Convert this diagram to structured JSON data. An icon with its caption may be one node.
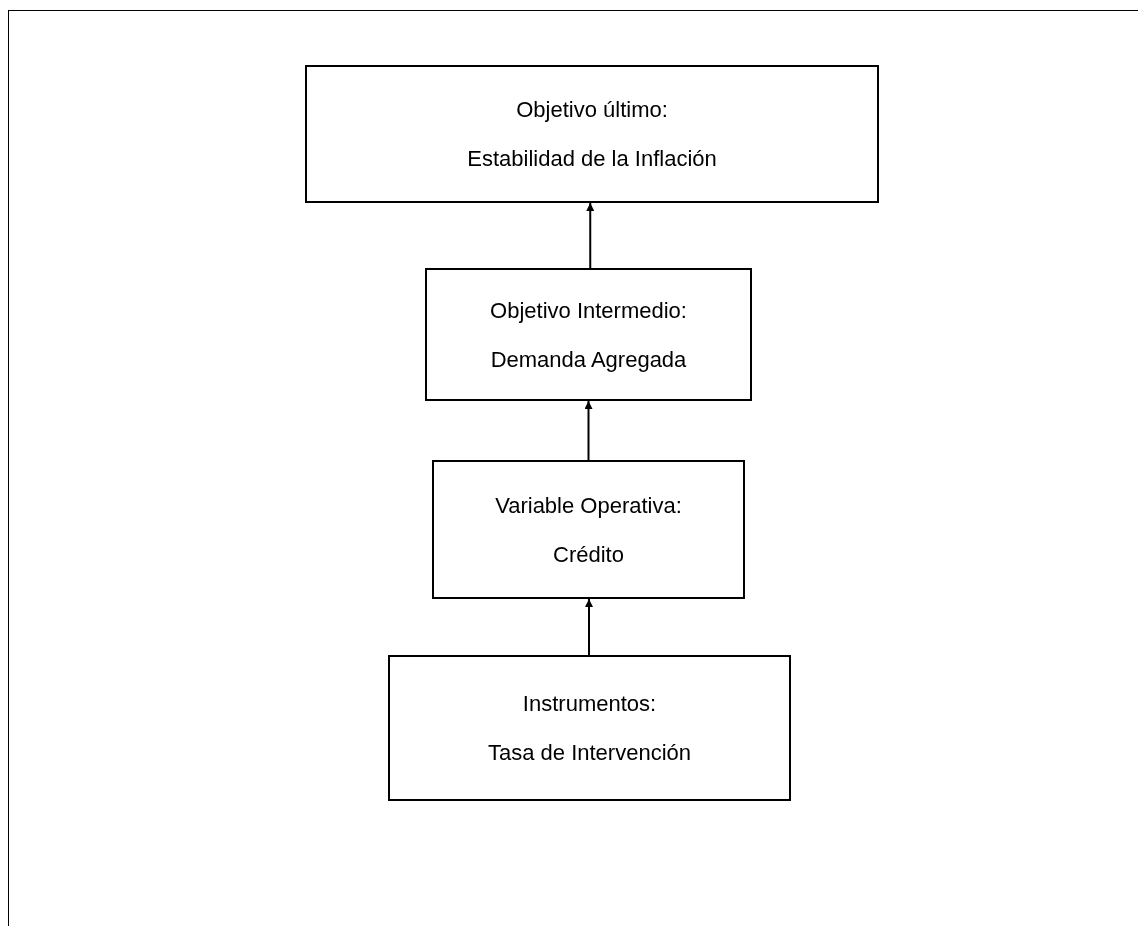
{
  "diagram": {
    "nodes": [
      {
        "text": [
          "Objetivo último:",
          "Estabilidad de la Inflación"
        ]
      },
      {
        "text": [
          "Objetivo Intermedio:",
          "Demanda Agregada"
        ]
      },
      {
        "text": [
          "Variable Operativa:",
          "Crédito"
        ]
      },
      {
        "text": [
          "Instrumentos:",
          "Tasa de Intervención"
        ]
      }
    ],
    "edges": [
      {
        "from": 3,
        "to": 2,
        "arrow": "to"
      },
      {
        "from": 2,
        "to": 1,
        "arrow": "to"
      },
      {
        "from": 1,
        "to": 0,
        "arrow": "to"
      }
    ]
  }
}
